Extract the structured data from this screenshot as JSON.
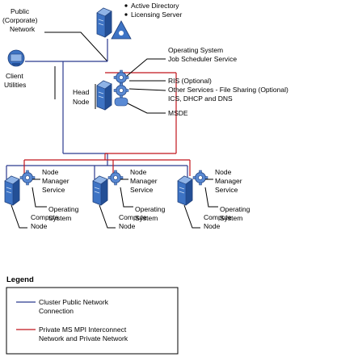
{
  "colors": {
    "public_network": "#2b3a8f",
    "private_network": "#c0141c",
    "icon_blue": "#3d73c4"
  },
  "top_server": {
    "items": [
      "Active Directory",
      "Licensing Server"
    ]
  },
  "public_network_label": [
    "Public",
    "(Corporate)",
    "Network"
  ],
  "client": {
    "label": [
      "Client",
      "Utilities"
    ]
  },
  "head_node": {
    "label": [
      "Head",
      "Node"
    ],
    "services": [
      [
        "Operating System",
        "Job Scheduler Service"
      ],
      [
        "RIS (Optional)"
      ],
      [
        "Other Services - File Sharing (Optional)",
        "ICS, DHCP and DNS"
      ],
      [
        "MSDE"
      ]
    ]
  },
  "compute_node": {
    "service_label": [
      "Node",
      "Manager",
      "Service"
    ],
    "os_label": [
      "Operating",
      "System"
    ],
    "node_label": [
      "Compute",
      "Node"
    ]
  },
  "legend": {
    "title": "Legend",
    "items": [
      {
        "line": [
          "Cluster Public Network",
          "Connection"
        ]
      },
      {
        "line": [
          "Private MS MPI Interconnect",
          "Network and Private Network"
        ]
      }
    ]
  }
}
